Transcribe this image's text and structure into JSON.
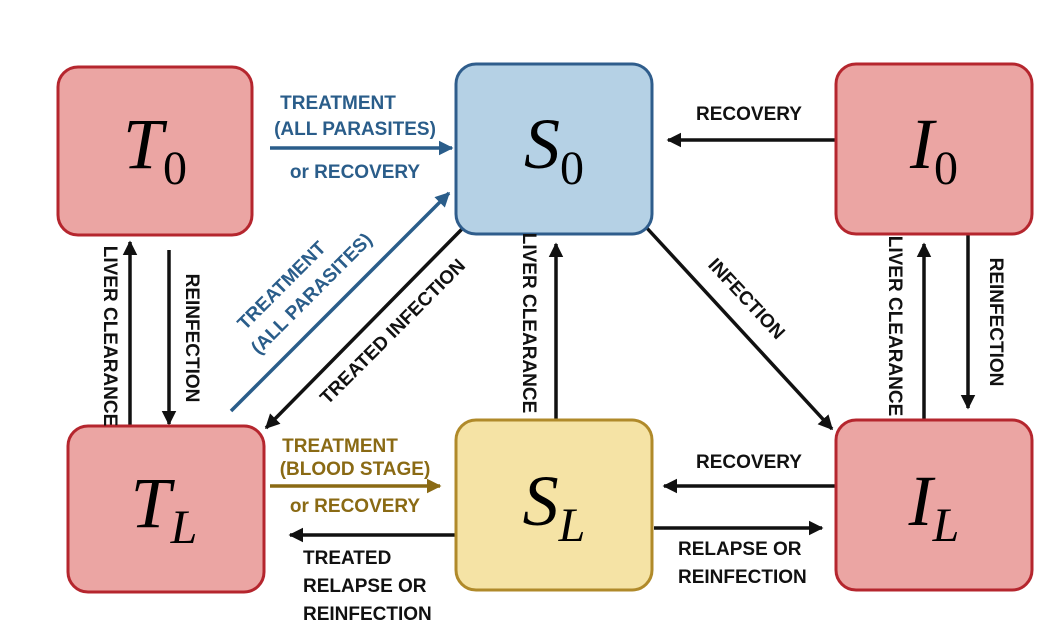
{
  "colors": {
    "t_fill": "#eba5a3",
    "t_stroke": "#b5262e",
    "i_fill": "#eba5a3",
    "i_stroke": "#b5262e",
    "s0_fill": "#b5d1e5",
    "s0_stroke": "#2f5d8c",
    "sl_fill": "#f5e3a5",
    "sl_stroke": "#b08a2a",
    "blue_arrow": "#2a5d8a",
    "gold_arrow": "#8a6a14",
    "black": "#111111"
  },
  "states": {
    "t0": {
      "main": "T",
      "sub": "0"
    },
    "s0": {
      "main": "S",
      "sub": "0"
    },
    "i0": {
      "main": "I",
      "sub": "0"
    },
    "tl": {
      "main": "T",
      "sub": "L"
    },
    "sl": {
      "main": "S",
      "sub": "L"
    },
    "il": {
      "main": "I",
      "sub": "L"
    }
  },
  "labels": {
    "t0_s0_line1": "TREATMENT",
    "t0_s0_line2": "(ALL PARASITES)",
    "t0_s0_line3": "or RECOVERY",
    "i0_s0": "RECOVERY",
    "t0_tl_left": "LIVER CLEARANCE",
    "t0_tl_right": "REINFECTION",
    "diag_line1": "TREATMENT",
    "diag_line2": "(ALL PARASITES)",
    "treated_infection": "TREATED INFECTION",
    "sl_s0": "LIVER CLEARANCE",
    "infection": "INFECTION",
    "i0_il_left": "LIVER CLEARANCE",
    "i0_il_right": "REINFECTION",
    "tl_sl_line1": "TREATMENT",
    "tl_sl_line2": "(BLOOD STAGE)",
    "tl_sl_line3": "or RECOVERY",
    "il_sl": "RECOVERY",
    "sl_tl_line1": "TREATED",
    "sl_tl_line2": "RELAPSE OR",
    "sl_tl_line3": "REINFECTION",
    "sl_il_line1": "RELAPSE OR",
    "sl_il_line2": "REINFECTION"
  }
}
